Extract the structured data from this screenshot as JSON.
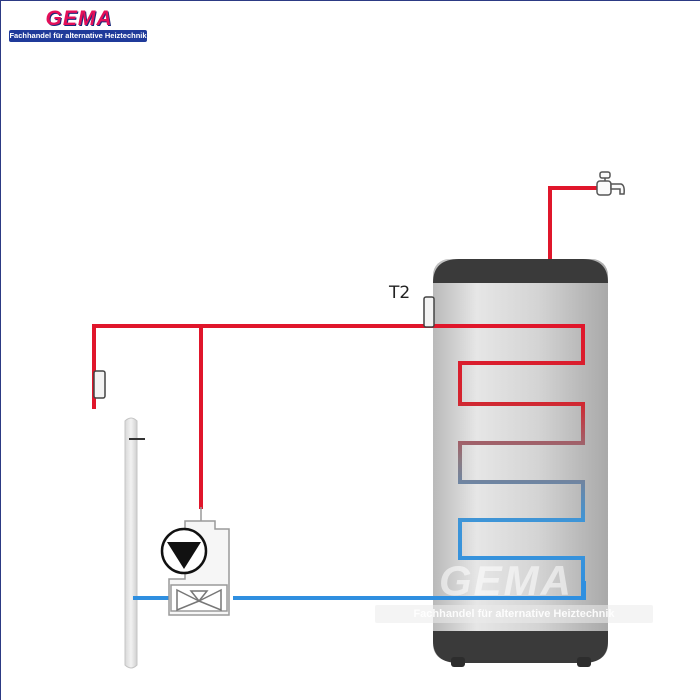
{
  "logo": {
    "brand": "GEMA",
    "tagline": "Fachhandel für alternative Heiztechnik"
  },
  "sensor_label": "T2",
  "colors": {
    "hot_pipe": "#e0162b",
    "cold_pipe": "#2f8fe0",
    "tank_shell": "#cfcfcf",
    "tank_cap": "#3a3a3a",
    "logo_red": "#e40f59",
    "logo_blue": "#1f3a9a"
  },
  "icons": [
    "water-tap-icon",
    "circulation-pump-icon",
    "mixing-valve-icon",
    "temperature-sensor-icon"
  ]
}
